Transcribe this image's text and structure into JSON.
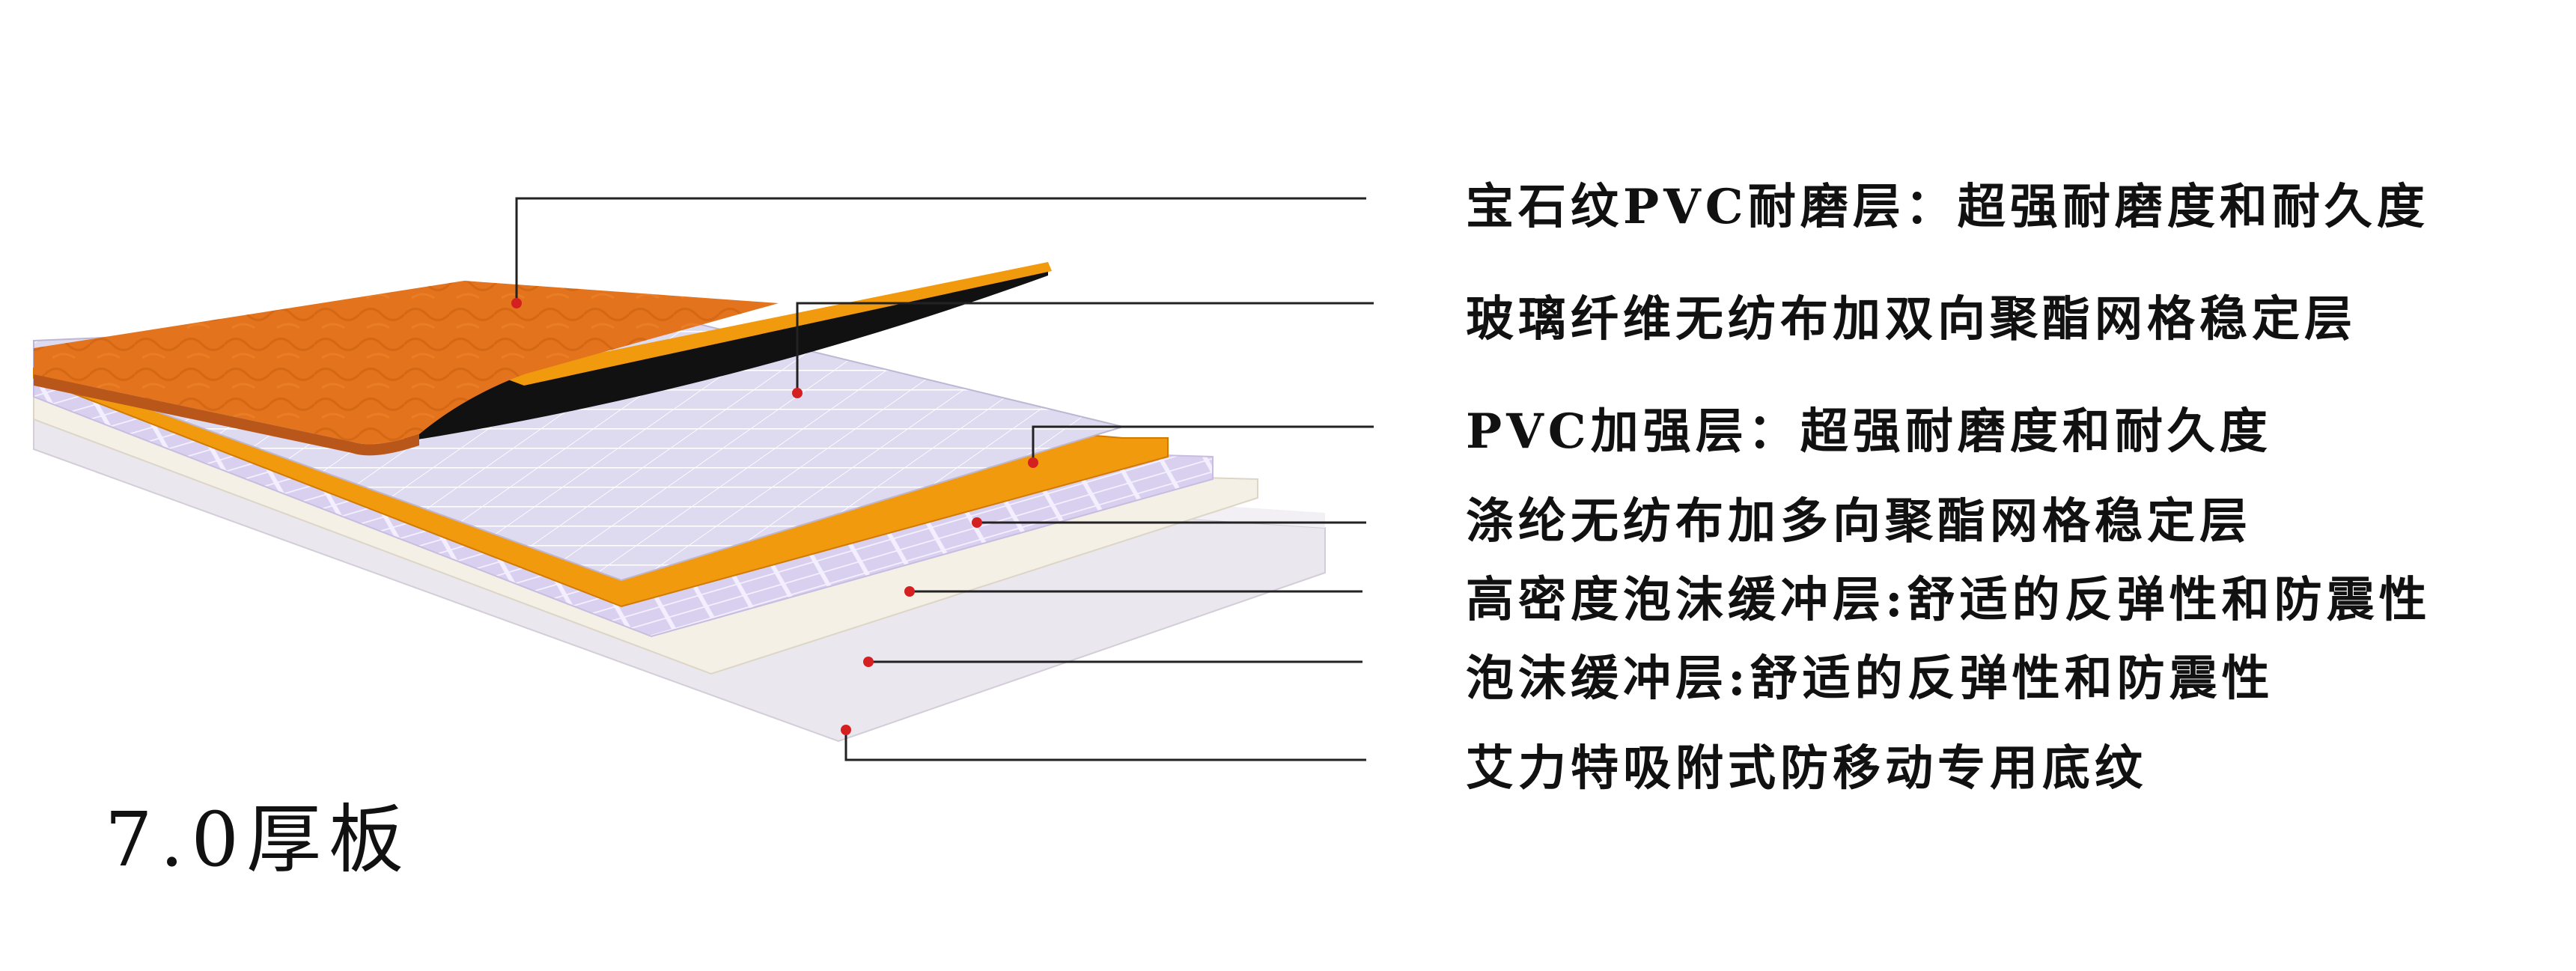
{
  "diagram": {
    "layers": [
      {
        "id": "wear",
        "label": "宝石纹PVC耐磨层：超强耐磨度和耐久度",
        "color": "#e3731c"
      },
      {
        "id": "glassfiber",
        "label": "玻璃纤维无纺布加双向聚酯网格稳定层",
        "color": "#dedaf0"
      },
      {
        "id": "pvc",
        "label": "PVC加强层：超强耐磨度和耐久度",
        "color": "#f29a0e"
      },
      {
        "id": "polyester",
        "label": "涤纶无纺布加多向聚酯网格稳定层",
        "color": "#d9cfef"
      },
      {
        "id": "hdfoam",
        "label": "高密度泡沫缓冲层:舒适的反弹性和防震性",
        "color": "#f4f0e6"
      },
      {
        "id": "foam",
        "label": "泡沫缓冲层:舒适的反弹性和防震性",
        "color": "#ece6ec"
      },
      {
        "id": "base",
        "label": "艾力特吸附式防移动专用底纹",
        "color": "#e9e4ee"
      }
    ],
    "thickness_label": "7.0厚板",
    "leader_color": "#222222",
    "dot_color": "#d42020"
  }
}
